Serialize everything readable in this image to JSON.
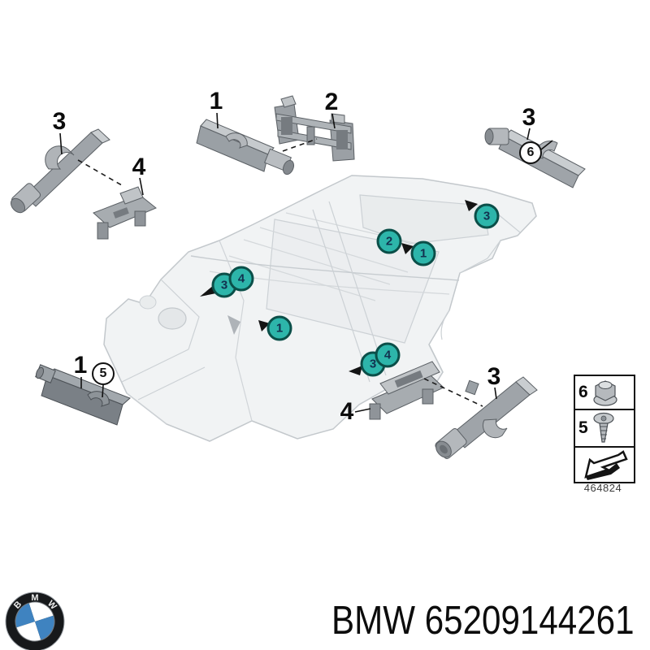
{
  "part_labels": [
    {
      "num": "3",
      "area": "top-left"
    },
    {
      "num": "4",
      "area": "top-left"
    },
    {
      "num": "1",
      "area": "top-center"
    },
    {
      "num": "2",
      "area": "top-center"
    },
    {
      "num": "3",
      "area": "top-right"
    },
    {
      "num": "1",
      "area": "bottom-left"
    },
    {
      "num": "4",
      "area": "bottom-center"
    },
    {
      "num": "3",
      "area": "bottom-right"
    }
  ],
  "circle_callouts": [
    {
      "num": "6",
      "area": "top-right"
    },
    {
      "num": "5",
      "area": "bottom-left"
    }
  ],
  "hotspots": [
    {
      "num": "3"
    },
    {
      "num": "4"
    },
    {
      "num": "1"
    },
    {
      "num": "2"
    },
    {
      "num": "1"
    },
    {
      "num": "3"
    },
    {
      "num": "3"
    },
    {
      "num": "4"
    }
  ],
  "legend": {
    "items": [
      {
        "num": "6",
        "icon": "flange-nut-icon"
      },
      {
        "num": "5",
        "icon": "screw-icon"
      },
      {
        "num": "",
        "icon": "direction-arrow-icon"
      }
    ],
    "diagram_number": "464824"
  },
  "footer": {
    "brand": "BMW",
    "part_number": "65209144261",
    "logo_letters": [
      "B",
      "M",
      "W"
    ]
  },
  "colors": {
    "hotspot_fill": "#2db5aa",
    "hotspot_border": "#0b4f49",
    "hotspot_text": "#12314f",
    "logo_blue": "#3f83c0",
    "part_gray": "#9fa4a9",
    "body_gray": "#f1f3f4"
  }
}
